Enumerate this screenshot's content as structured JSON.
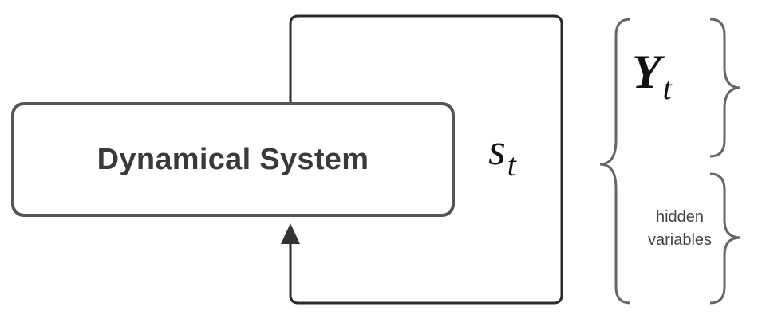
{
  "diagram": {
    "box_label": "Dynamical System",
    "state": {
      "symbol": "s",
      "subscript": "t"
    },
    "observed": {
      "symbol": "Y",
      "subscript": "t"
    },
    "hidden": {
      "line1": "hidden",
      "line2": "variables"
    }
  }
}
